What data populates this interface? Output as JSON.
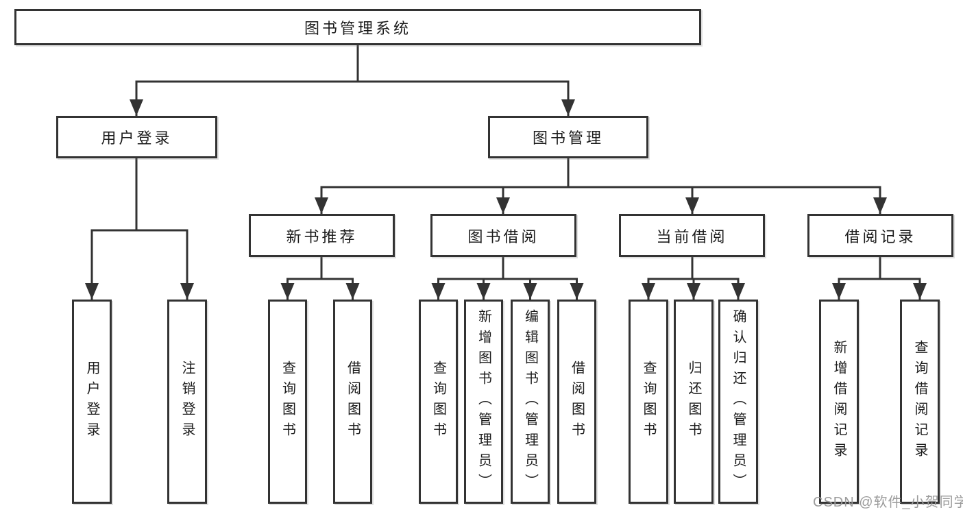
{
  "diagram": {
    "title": "图书管理系统",
    "level2": [
      {
        "label": "用户登录"
      },
      {
        "label": "图书管理"
      }
    ],
    "level3": [
      {
        "label": "新书推荐"
      },
      {
        "label": "图书借阅"
      },
      {
        "label": "当前借阅"
      },
      {
        "label": "借阅记录"
      }
    ],
    "leaves": {
      "user_login": [
        {
          "label": "用户登录"
        },
        {
          "label": "注销登录"
        }
      ],
      "new_books": [
        {
          "label": "查询图书"
        },
        {
          "label": "借阅图书"
        }
      ],
      "book_borrow": [
        {
          "label": "查询图书"
        },
        {
          "label": "新增图书（管理员）"
        },
        {
          "label": "编辑图书（管理员）"
        },
        {
          "label": "借阅图书"
        }
      ],
      "current_borrow": [
        {
          "label": "查询图书"
        },
        {
          "label": "归还图书"
        },
        {
          "label": "确认归还（管理员）"
        }
      ],
      "borrow_records": [
        {
          "label": "新增借阅记录"
        },
        {
          "label": "查询借阅记录"
        }
      ]
    },
    "colors": {
      "line": "#333333",
      "text": "#1c1c1c",
      "watermark": "#9c9c9c",
      "background": "#ffffff"
    },
    "watermark": "CSDN @软件_小贺同学"
  }
}
